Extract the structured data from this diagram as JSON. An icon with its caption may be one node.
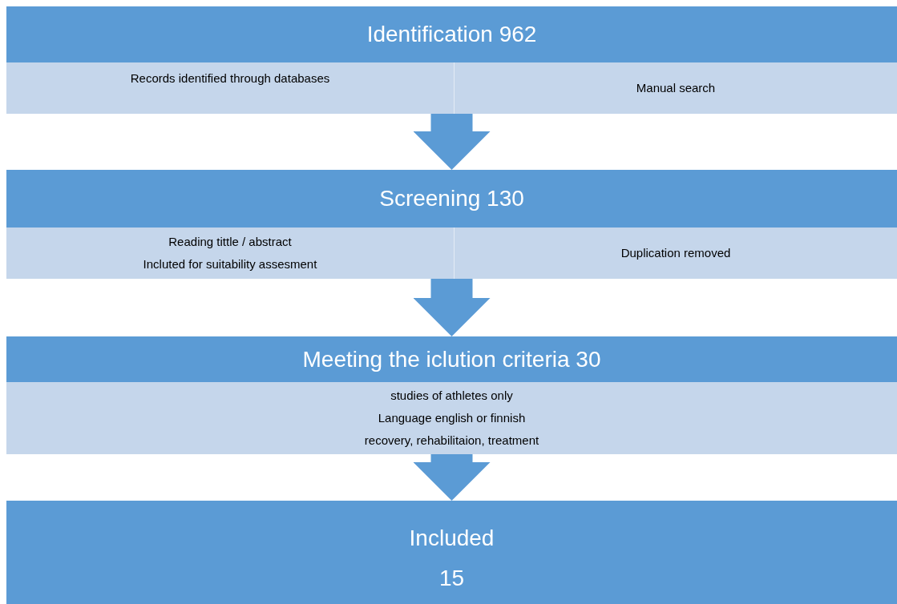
{
  "diagram": {
    "nodes": [
      {
        "text": [
          "Identification 962"
        ]
      },
      {
        "text": [
          "Records identified through databases"
        ],
        "in": 0
      },
      {
        "text": [
          "Manual search"
        ],
        "in": 0
      },
      {
        "text": [
          "Screening 130"
        ]
      },
      {
        "text": [
          "Reading tittle / abstract",
          "Incluted for suitability assesment"
        ],
        "in": 3
      },
      {
        "text": [
          "Duplication removed"
        ],
        "in": 3
      },
      {
        "text": [
          "Meeting the iclution criteria 30"
        ]
      },
      {
        "text": [
          "studies of athletes only",
          "Language english or finnish",
          "recovery, rehabilitaion, treatment"
        ],
        "in": 6
      },
      {
        "text": [
          "Included",
          "15"
        ]
      }
    ],
    "edges": [
      {
        "from": 0,
        "to": 3,
        "arrow": "to"
      },
      {
        "from": 3,
        "to": 6,
        "arrow": "to"
      },
      {
        "from": 6,
        "to": 8,
        "arrow": "to"
      }
    ]
  }
}
